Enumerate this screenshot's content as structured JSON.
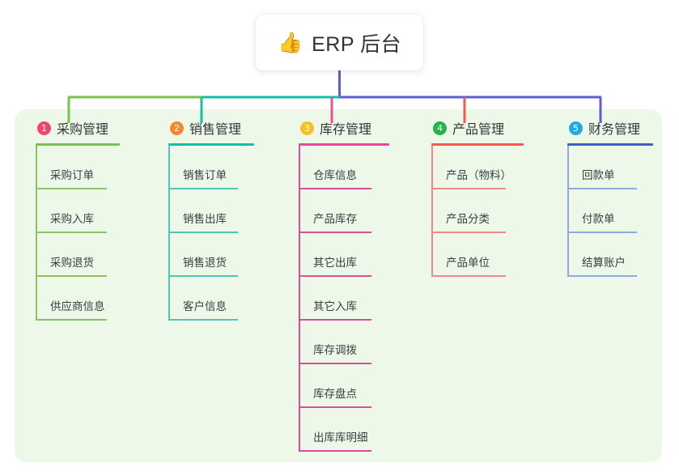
{
  "title": {
    "icon": "thumbs-up-emoji",
    "emoji": "👍",
    "text": "ERP 后台"
  },
  "colors": {
    "panel_bg": "#eef8e8",
    "card_bg": "#ffffff",
    "text": "#33363b",
    "trunk": "#5b5fd0",
    "bus_left": "#7cc24a",
    "bus_mid": "#13bfa6",
    "bus_right": "#5b5fd0"
  },
  "columns": [
    {
      "number": "1",
      "title": "采购管理",
      "badge_color": "#f2456c",
      "rule_color": "#7cc24a",
      "leaf_color": "#8cc36a",
      "connector_color": "#7cc24a",
      "items": [
        {
          "label": "采购订单"
        },
        {
          "label": "采购入库"
        },
        {
          "label": "采购退货"
        },
        {
          "label": "供应商信息"
        }
      ]
    },
    {
      "number": "2",
      "title": "销售管理",
      "badge_color": "#f08a2c",
      "rule_color": "#13bfa6",
      "leaf_color": "#4fc5b5",
      "connector_color": "#13bfa6",
      "items": [
        {
          "label": "销售订单"
        },
        {
          "label": "销售出库"
        },
        {
          "label": "销售退货"
        },
        {
          "label": "客户信息"
        }
      ]
    },
    {
      "number": "3",
      "title": "库存管理",
      "badge_color": "#f5c026",
      "rule_color": "#e8479a",
      "leaf_color": "#d94f97",
      "connector_color": "#ee4f96",
      "items": [
        {
          "label": "仓库信息"
        },
        {
          "label": "产品库存"
        },
        {
          "label": "其它出库"
        },
        {
          "label": "其它入库"
        },
        {
          "label": "库存调拨"
        },
        {
          "label": "库存盘点"
        },
        {
          "label": "出库库明细"
        }
      ]
    },
    {
      "number": "4",
      "title": "产品管理",
      "badge_color": "#27b34b",
      "rule_color": "#f4594f",
      "leaf_color": "#f08a84",
      "connector_color": "#f4594f",
      "items": [
        {
          "label": "产品（物料）"
        },
        {
          "label": "产品分类"
        },
        {
          "label": "产品单位"
        }
      ]
    },
    {
      "number": "5",
      "title": "财务管理",
      "badge_color": "#23a9e0",
      "rule_color": "#3f5fc4",
      "leaf_color": "#8fa8dd",
      "connector_color": "#5b5fd0",
      "items": [
        {
          "label": "回款单"
        },
        {
          "label": "付款单"
        },
        {
          "label": "结算账户"
        }
      ]
    }
  ]
}
